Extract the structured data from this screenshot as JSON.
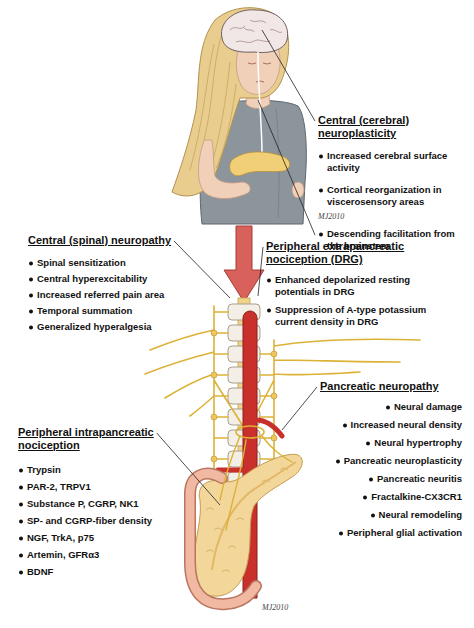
{
  "diagram": {
    "labels": [
      "Central (cerebral) neuroplasticity",
      "Increased cerebral surface activity",
      "Cortical reorganization in viscerosensory areas",
      "Descending facilitation from the brainstem",
      "Central (spinal) neuropathy",
      "Spinal sensitization",
      "Central hyperexcitability",
      "Increased referred pain area",
      "Temporal summation",
      "Generalized hyperalgesia",
      "Peripheral extrapancreatic nociception (DRG)",
      "Enhanced depolarized resting potentials in DRG",
      "Suppression of A-type potassium current density in DRG",
      "Pancreatic neuropathy",
      "Neural damage",
      "Increased neural density",
      "Neural hypertrophy",
      "Pancreatic neuroplasticity",
      "Pancreatic neuritis",
      "Fractalkine-CX3CR1",
      "Neural remodeling",
      "Peripheral glial activation",
      "Peripheral intrapancreatic nociception",
      "Trypsin",
      "PAR-2, TRPV1",
      "Substance P, CGRP, NK1",
      "SP- and CGRP-fiber density",
      "NGF, TrkA, p75",
      "Artemin, GFRα3",
      "BDNF",
      "MJ2010",
      "MJ2010"
    ]
  }
}
